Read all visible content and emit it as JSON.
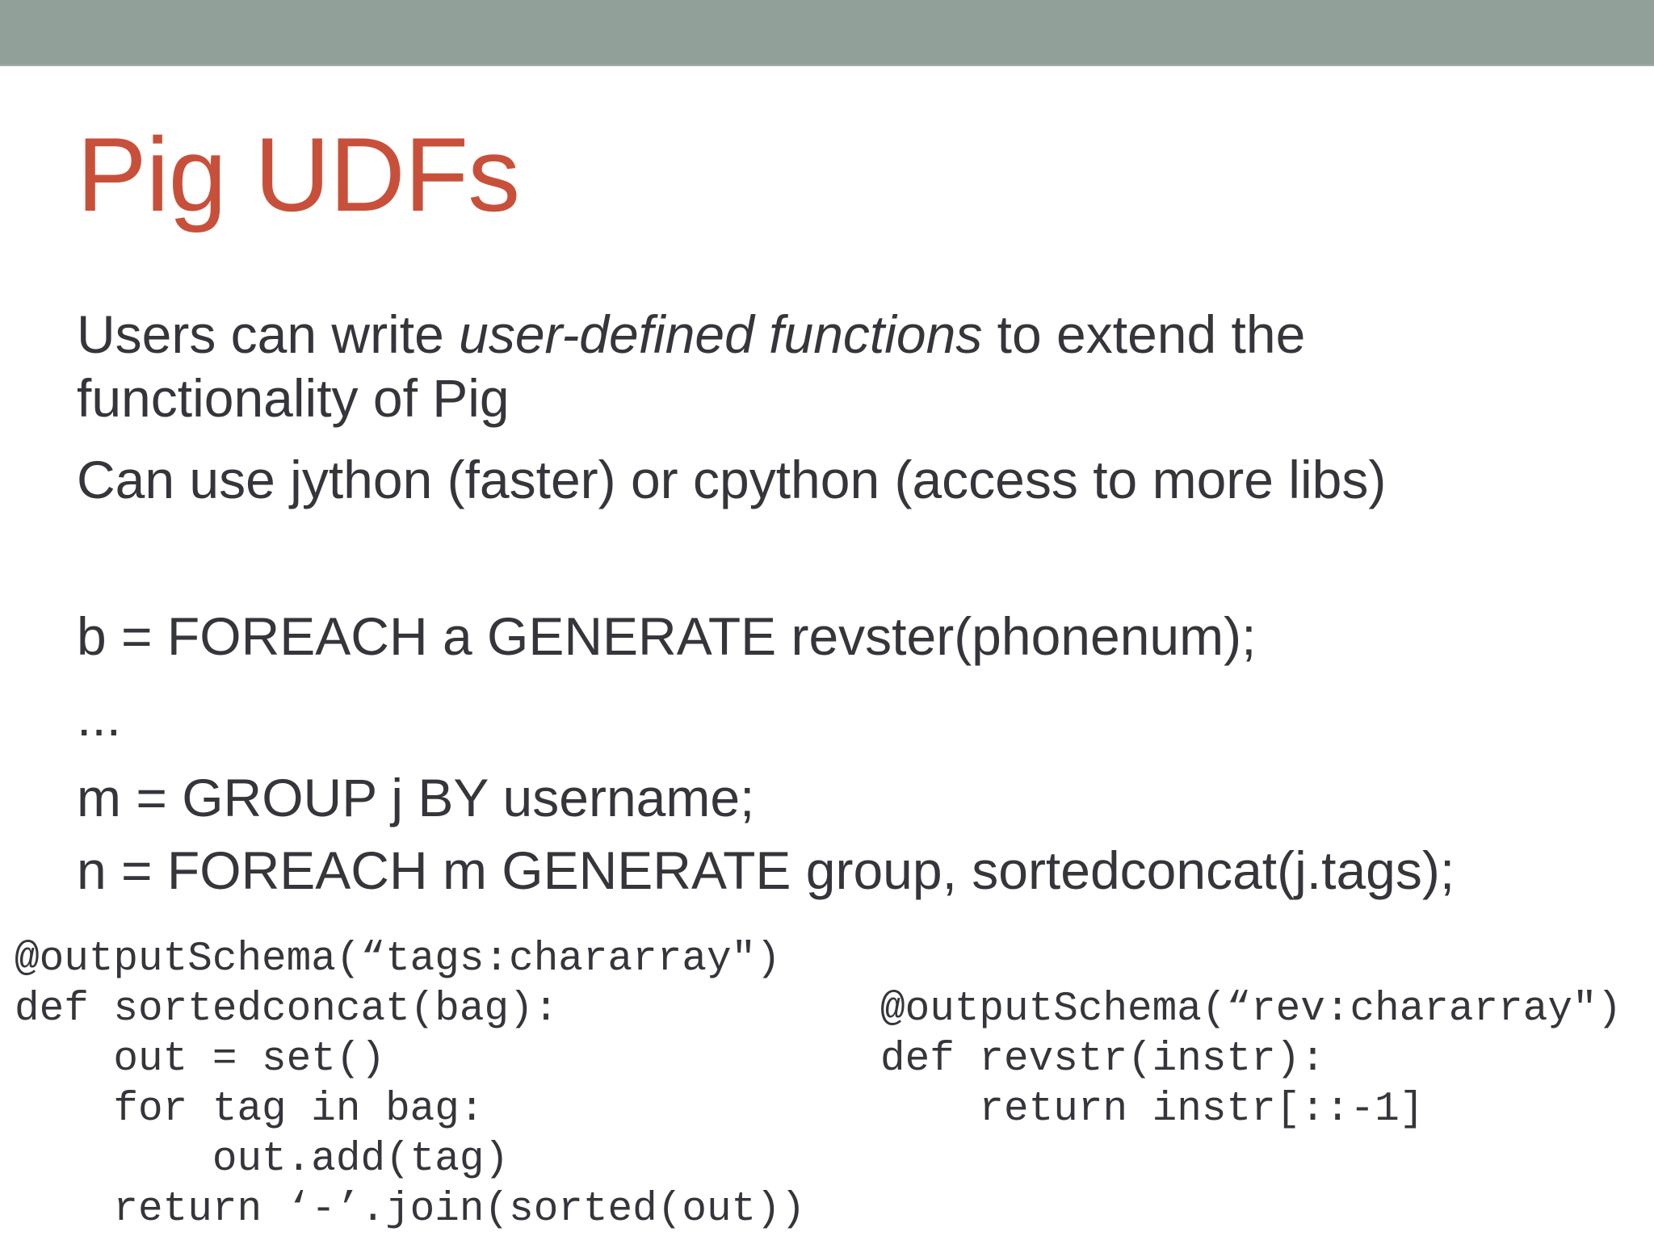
{
  "slide": {
    "colors": {
      "top_bar": "#91a19a",
      "top_bar_edge": "#a3aca8",
      "background": "#ffffff",
      "title": "#c8503a",
      "text": "#35353b"
    },
    "title": {
      "text": "Pig UDFs"
    },
    "body": {
      "line1": {
        "prefix": "Users can write ",
        "italic": "user-defined functions",
        "suffix": " to extend the"
      },
      "line2": "functionality of Pig",
      "line3": "Can use jython (faster) or cpython (access to more libs)"
    },
    "pig_script": {
      "line1": "b = FOREACH a GENERATE revster(phonenum);",
      "ellipsis": "...",
      "line2": "m = GROUP j BY username;",
      "line3": "n = FOREACH m GENERATE group, sortedconcat(j.tags);"
    },
    "udf_left": {
      "line1": "@outputSchema(“tags:chararray\")",
      "line2": "def sortedconcat(bag):",
      "line3": "    out = set()",
      "line4": "    for tag in bag:",
      "line5": "        out.add(tag)",
      "line6": "    return ‘-’.join(sorted(out))"
    },
    "udf_right": {
      "line1": "@outputSchema(“rev:chararray\")",
      "line2": "def revstr(instr):",
      "line3": "    return instr[::-1]"
    }
  }
}
